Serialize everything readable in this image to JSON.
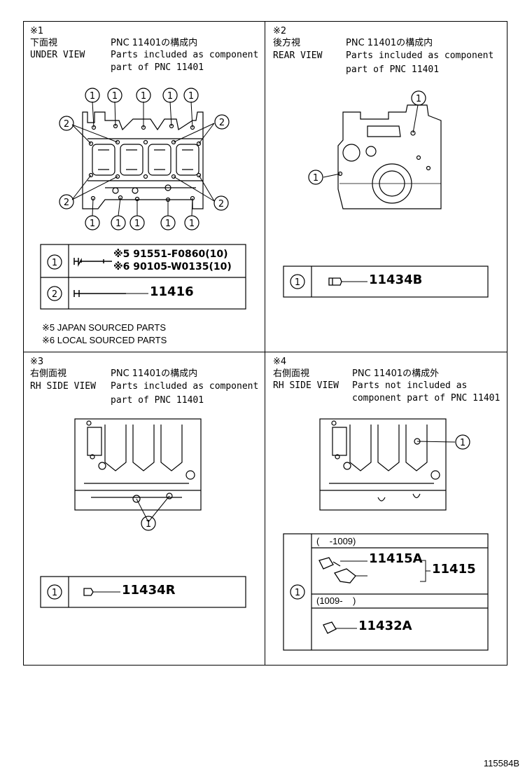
{
  "panel1": {
    "mark": "※1",
    "view_jp": "下面視",
    "view_en": "UNDER VIEW",
    "note_jp": "PNC 11401の構成内",
    "note_en1": "Parts included as component",
    "note_en2": "part of PNC 11401",
    "callout1": "1",
    "callout2": "2",
    "parts": [
      {
        "ref": "1",
        "line1": "※5 91551-F0860(10)",
        "line2": "※6 90105-W0135(10)"
      },
      {
        "ref": "2",
        "part": "11416"
      }
    ],
    "footnote1": "※5 JAPAN SOURCED PARTS",
    "footnote2": "※6 LOCAL SOURCED PARTS"
  },
  "panel2": {
    "mark": "※2",
    "view_jp": "後方視",
    "view_en": "REAR VIEW",
    "note_jp": "PNC 11401の構成内",
    "note_en1": "Parts included as component",
    "note_en2": "part of PNC 11401",
    "callout": "1",
    "parts": [
      {
        "ref": "1",
        "part": "11434B"
      }
    ]
  },
  "panel3": {
    "mark": "※3",
    "view_jp": "右側面視",
    "view_en": "RH SIDE VIEW",
    "note_jp": "PNC 11401の構成内",
    "note_en1": "Parts included as component",
    "note_en2": "part of PNC 11401",
    "callout": "1",
    "parts": [
      {
        "ref": "1",
        "part": "11434R"
      }
    ]
  },
  "panel4": {
    "mark": "※4",
    "view_jp": "右側面視",
    "view_en": "RH SIDE VIEW",
    "note_jp": "PNC 11401の構成外",
    "note_en1": "Parts not included as",
    "note_en2": "component part of PNC 11401",
    "callout": "1",
    "range1": "(    -1009)",
    "range2": "(1009-    )",
    "ref": "1",
    "part_a": "11415A",
    "part_main": "11415",
    "part_b": "11432A"
  },
  "figure_id": "115584B"
}
